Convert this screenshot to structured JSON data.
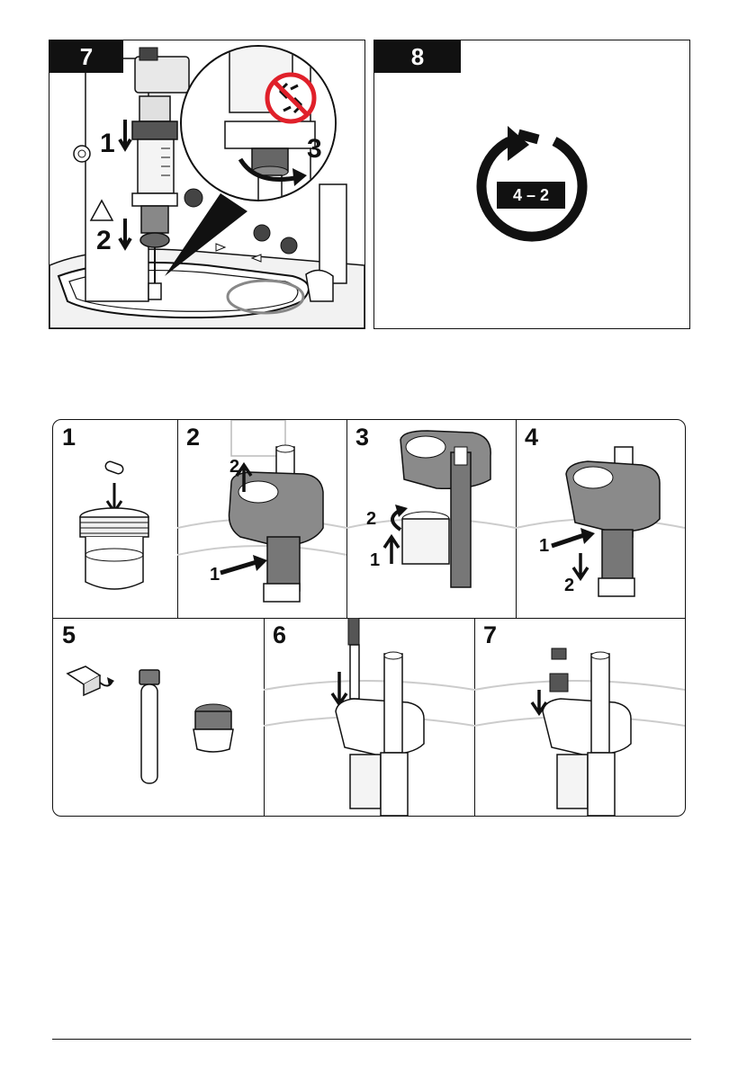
{
  "top_panels": [
    {
      "step": "7",
      "callouts": [
        "1",
        "2",
        "3"
      ]
    },
    {
      "step": "8",
      "badge_text": "4 – 2"
    }
  ],
  "grid_cells": [
    {
      "step": "1",
      "callouts": []
    },
    {
      "step": "2",
      "callouts": [
        "2",
        "1"
      ]
    },
    {
      "step": "3",
      "callouts": [
        "2",
        "1"
      ]
    },
    {
      "step": "4",
      "callouts": [
        "1",
        "2"
      ]
    },
    {
      "step": "5",
      "callouts": []
    },
    {
      "step": "6",
      "callouts": []
    },
    {
      "step": "7",
      "callouts": []
    }
  ],
  "colors": {
    "ink": "#111111",
    "grey": "#888888",
    "light_grey": "#cfcfcf",
    "no_sign_red": "#e0202a"
  },
  "icons": [
    "no-rotate-icon",
    "rotate-arrow-icon",
    "down-arrow-icon",
    "up-arrow-icon",
    "curved-arrow-icon"
  ]
}
